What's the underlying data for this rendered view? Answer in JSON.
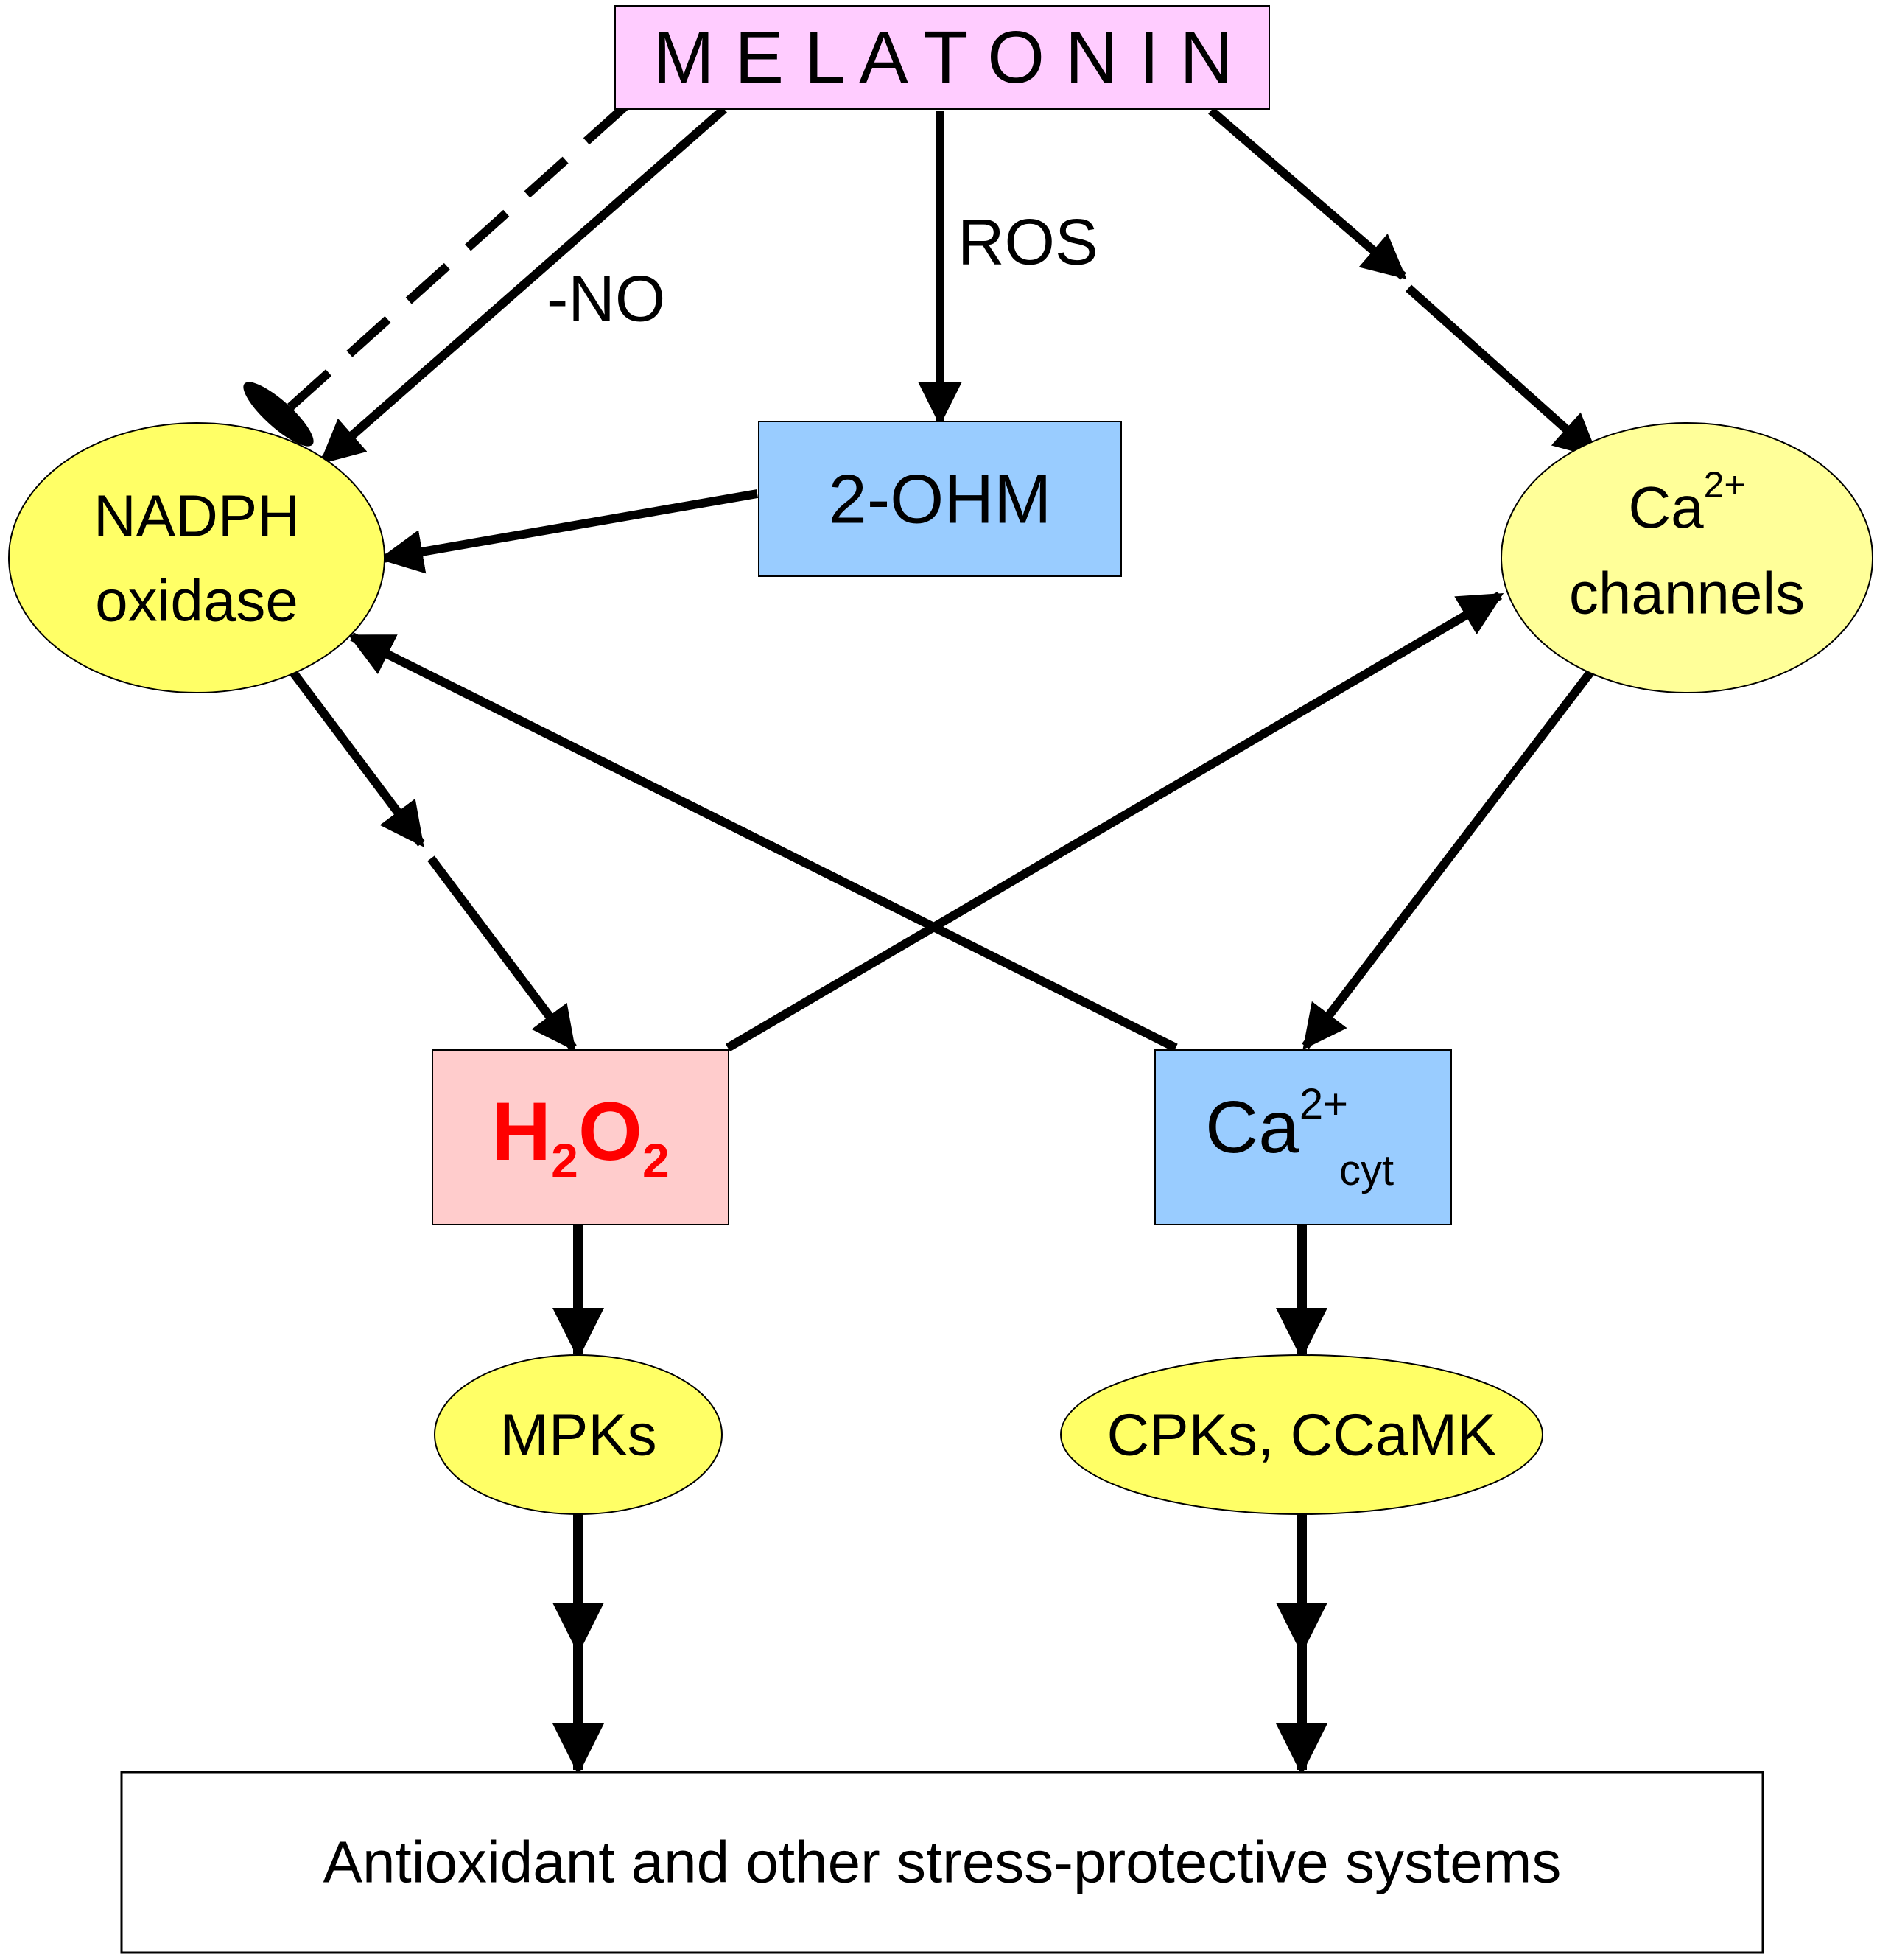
{
  "diagram": {
    "melatonin": "M E L A T O N I N",
    "edge_no": "-NO",
    "edge_ros": "ROS",
    "nadph_line1": "NADPH",
    "nadph_line2": "oxidase",
    "ohm": "2-OHM",
    "ca_channels_base": "Ca",
    "ca_channels_sup": "2+",
    "ca_channels_line2": "channels",
    "h2o2_h": "H",
    "h2o2_sub1": "2",
    "h2o2_o": "O",
    "h2o2_sub2": "2",
    "ca_cyt_base": "Ca",
    "ca_cyt_sup": "2+",
    "ca_cyt_sub": "cyt",
    "mpks": "MPKs",
    "cpks": "CPKs, CCaMK",
    "output": "Antioxidant and other stress-protective systems"
  },
  "colors": {
    "melatonin_fill": "#FFCCFF",
    "ohm_fill": "#99CCFF",
    "ca_cyt_fill": "#99CCFF",
    "h2o2_fill": "#FFCCCC",
    "h2o2_text": "#FF0000",
    "nadph_fill": "#FFFF66",
    "ca_channels_fill": "#FFFF99",
    "mpks_fill": "#FFFF66",
    "cpks_fill": "#FFFF66",
    "output_fill": "#FFFFFF",
    "line": "#000000"
  }
}
